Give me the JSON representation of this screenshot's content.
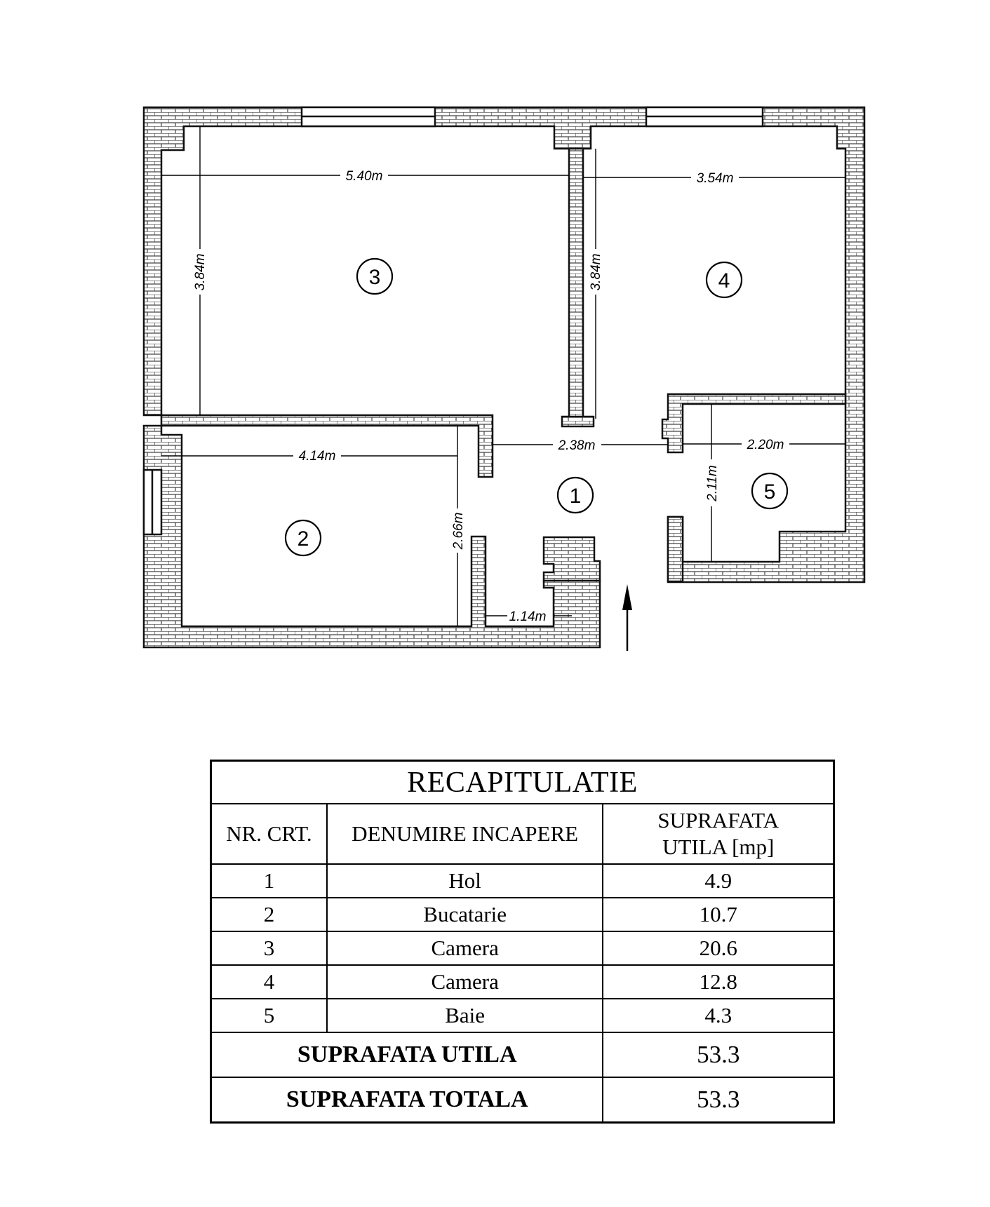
{
  "plan": {
    "dimensions": {
      "d_540": "5.40m",
      "d_354": "3.54m",
      "d_384_a": "3.84m",
      "d_384_b": "3.84m",
      "d_414": "4.14m",
      "d_238": "2.38m",
      "d_220": "2.20m",
      "d_266": "2.66m",
      "d_211": "2.11m",
      "d_114": "1.14m"
    },
    "rooms": [
      "1",
      "2",
      "3",
      "4",
      "5"
    ]
  },
  "table": {
    "title": "RECAPITULATIE",
    "headers": {
      "nr": "NR. CRT.",
      "name": "DENUMIRE INCAPERE",
      "area_line1": "SUPRAFATA",
      "area_line2": "UTILA [mp]"
    },
    "rows": [
      {
        "nr": "1",
        "name": "Hol",
        "area": "4.9"
      },
      {
        "nr": "2",
        "name": "Bucatarie",
        "area": "10.7"
      },
      {
        "nr": "3",
        "name": "Camera",
        "area": "20.6"
      },
      {
        "nr": "4",
        "name": "Camera",
        "area": "12.8"
      },
      {
        "nr": "5",
        "name": "Baie",
        "area": "4.3"
      }
    ],
    "totals": {
      "useful_label": "SUPRAFATA UTILA",
      "useful_value": "53.3",
      "total_label": "SUPRAFATA TOTALA",
      "total_value": "53.3"
    }
  }
}
